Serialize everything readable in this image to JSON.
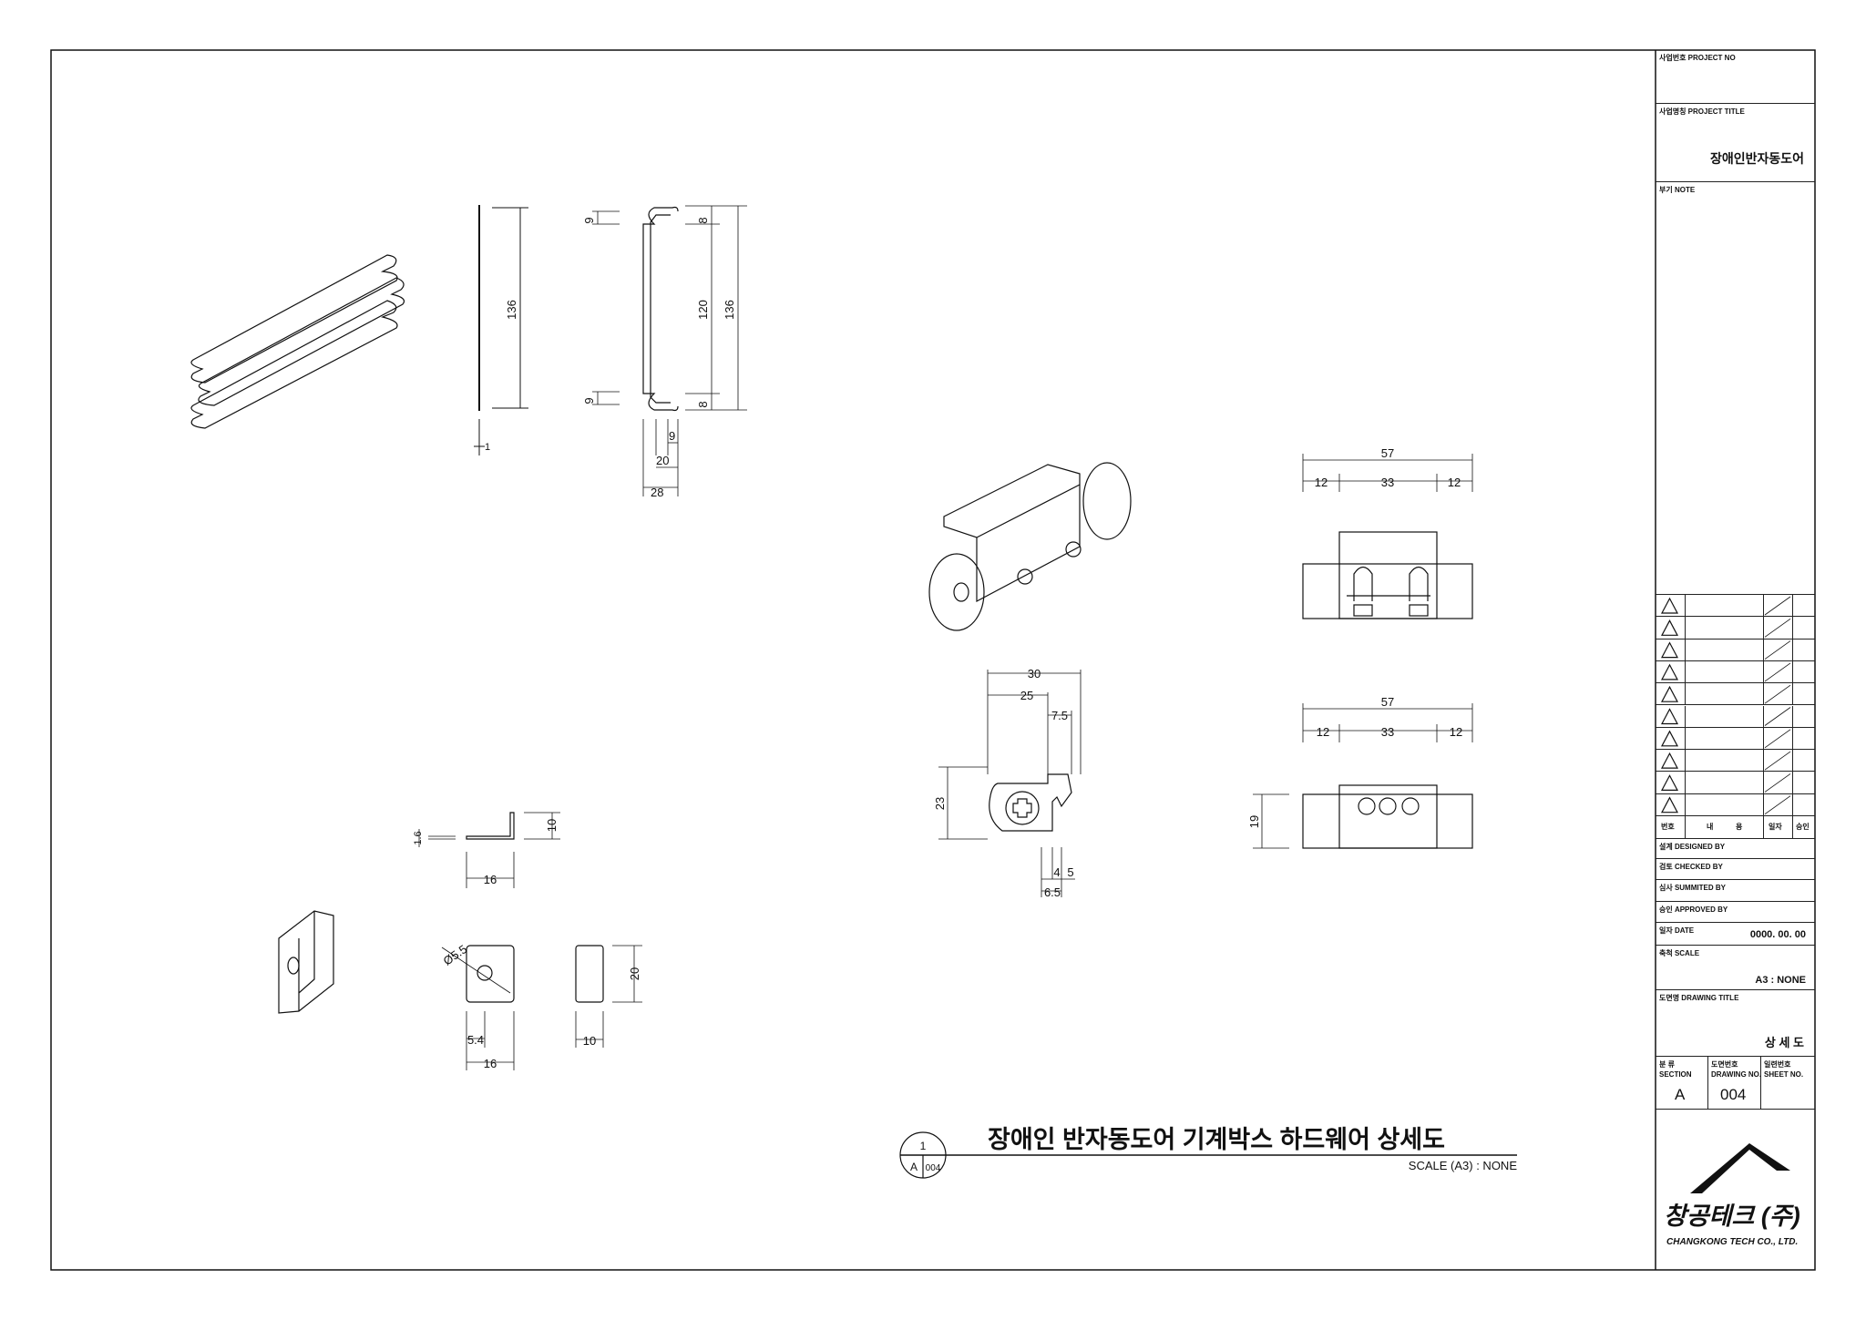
{
  "title_block": {
    "project_no_label": "사업번호 PROJECT NO",
    "project_title_label": "사업명칭 PROJECT TITLE",
    "project_title": "장애인반자동도어",
    "note_label": "부기 NOTE",
    "revision_header": {
      "no": "번호",
      "content_a": "내",
      "content_b": "용",
      "date": "일자",
      "approve": "승인"
    },
    "designed_by_label": "설계 DESIGNED BY",
    "checked_by_label": "검토 CHECKED BY",
    "summited_by_label": "심사 SUMMITED BY",
    "approved_by_label": "승인 APPROVED BY",
    "date_label": "일자 DATE",
    "date": "0000. 00. 00",
    "scale_label": "축척 SCALE",
    "scale": "A3 : NONE",
    "drawing_title_label": "도면명 DRAWING TITLE",
    "drawing_title": "상 세 도",
    "section_label_ko": "분 류",
    "section_label": "SECTION",
    "drawing_no_label_ko": "도면번호",
    "drawing_no_label": "DRAWING NO.",
    "sheet_no_label_ko": "일련번호",
    "sheet_no_label": "SHEET NO.",
    "section": "A",
    "drawing_no": "004",
    "company_name": "창공테크 (주)",
    "company_name_en": "CHANGKONG TECH CO., LTD."
  },
  "main_title": {
    "detail_no": "1",
    "detail_section": "A",
    "detail_sheet": "004",
    "title": "장애인 반자동도어 기계박스 하드웨어 상세도",
    "scale": "SCALE (A3) : NONE"
  },
  "dimensions": {
    "clip": {
      "side_height": "136",
      "thickness": "1",
      "hook_top": "9",
      "hook_bottom": "9",
      "end_top": "8",
      "inner": "120",
      "overall": "136",
      "end_bottom": "8",
      "d9": "9",
      "d20": "20",
      "d28": "28"
    },
    "roller_top": {
      "overall": "57",
      "left": "12",
      "mid": "33",
      "right": "12"
    },
    "roller_side": {
      "d30": "30",
      "d25": "25",
      "d7_5": "7.5",
      "height": "23",
      "d4": "4",
      "d5": "5",
      "d6_5": "6.5"
    },
    "roller_bottom": {
      "overall": "57",
      "left": "12",
      "mid": "33",
      "right": "12",
      "height": "19"
    },
    "bracket": {
      "thickness": "1.6",
      "height": "10",
      "width": "16",
      "hole": "Ø5.5",
      "hole_offset": "5.4",
      "front_width": "16",
      "side_width": "10",
      "side_height": "20"
    }
  }
}
